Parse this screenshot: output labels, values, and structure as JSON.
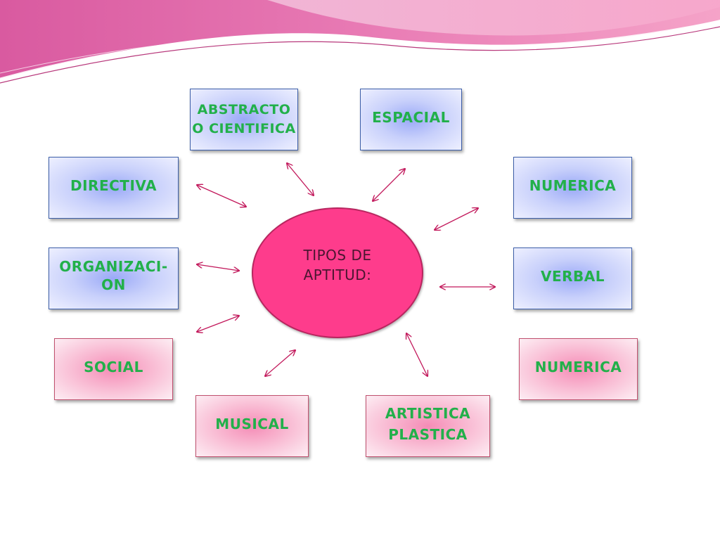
{
  "center": {
    "label": "TIPOS DE\nAPTITUD:"
  },
  "nodes": {
    "abstracto": "ABSTRACTO O CIENTIFICA",
    "espacial": "ESPACIAL",
    "directiva": "DIRECTIVA",
    "numerica_top": "NUMERICA",
    "organizacion": "ORGANIZACI-ON",
    "verbal": "VERBAL",
    "social": "SOCIAL",
    "numerica_bottom": "NUMERICA",
    "musical": "MUSICAL",
    "artistica": "ARTISTICA PLASTICA"
  },
  "colors": {
    "text": "#22b04a",
    "center_fill": "#fe3c8c",
    "connector": "#c2185b",
    "blue_box_border": "#3c5ea8",
    "pink_box_border": "#c0506e",
    "header_pink": "#e06aa8"
  }
}
